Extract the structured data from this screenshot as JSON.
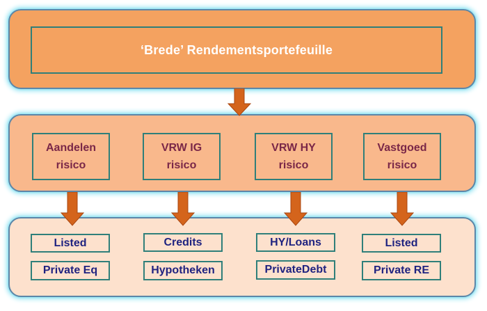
{
  "diagram": {
    "title": "‘Brede’ Rendementsportefeuille",
    "risks": [
      {
        "line1": "Aandelen",
        "line2": "risico"
      },
      {
        "line1": "VRW IG",
        "line2": "risico"
      },
      {
        "line1": "VRW HY",
        "line2": "risico"
      },
      {
        "line1": "Vastgoed",
        "line2": "risico"
      }
    ],
    "leaves": [
      {
        "top": "Listed",
        "bottom": "Private Eq"
      },
      {
        "top": "Credits",
        "bottom": "Hypotheken"
      },
      {
        "top": "HY/Loans",
        "bottom": "PrivateDebt"
      },
      {
        "top": "Listed",
        "bottom": "Private RE"
      }
    ]
  },
  "colors": {
    "top_panel": "#f4a260",
    "middle_panel": "#f9b88c",
    "bottom_panel": "#fde1cd",
    "box_border": "#2f7f7a",
    "arrow": "#d4641c",
    "risk_text": "#7a2748",
    "leaf_text": "#1f2380",
    "glow": "#9de7f4"
  }
}
